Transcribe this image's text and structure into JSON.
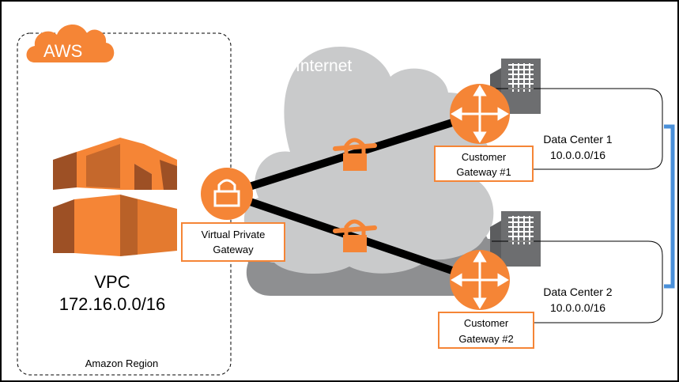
{
  "aws_badge": {
    "label": "AWS"
  },
  "vpc": {
    "title": "VPC",
    "cidr": "172.16.0.0/16",
    "region_label": "Amazon Region"
  },
  "internet": {
    "label": "Internet"
  },
  "virtual_private_gateway": {
    "label_line1": "Virtual Private",
    "label_line2": "Gateway"
  },
  "customer_gateway_1": {
    "label_line1": "Customer",
    "label_line2": "Gateway #1"
  },
  "customer_gateway_2": {
    "label_line1": "Customer",
    "label_line2": "Gateway #2"
  },
  "data_center_1": {
    "name": "Data Center 1",
    "cidr": "10.0.0.0/16"
  },
  "data_center_2": {
    "name": "Data Center 2",
    "cidr": "10.0.0.0/16"
  },
  "colors": {
    "aws_orange": "#F58536",
    "cloud_gray": "#C9CACB",
    "cloud_shadow": "#8E8F91",
    "vpc_brown": "#9D5025",
    "building_gray": "#6D6E70",
    "link_blue": "#4A90D9"
  }
}
